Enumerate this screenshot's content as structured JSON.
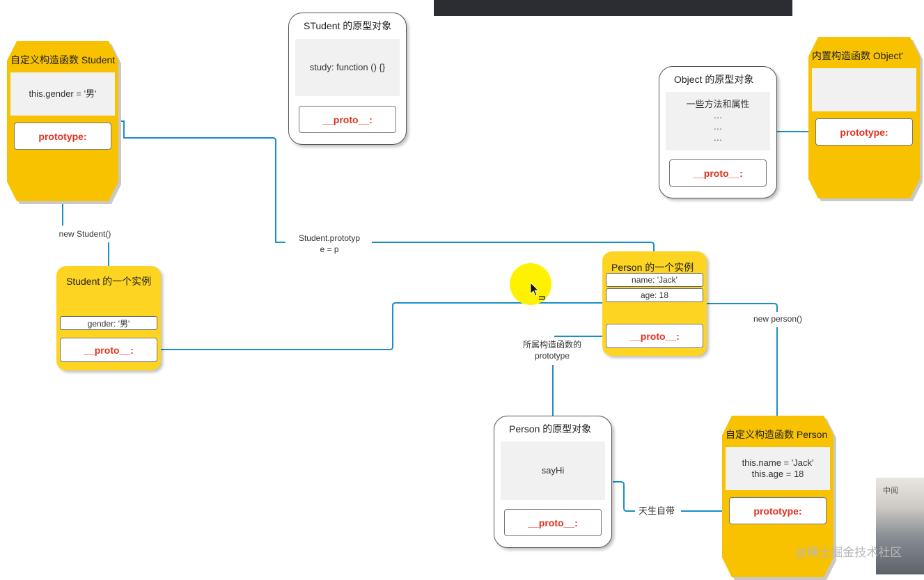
{
  "student_ctor": {
    "title": "自定义构造函数 Student",
    "body": "this.gender = '男'",
    "prototype_label": "prototype:"
  },
  "student_proto": {
    "title": "STudent 的原型对象",
    "body": "study: function () {}",
    "proto_label": "__proto__:"
  },
  "object_proto": {
    "title": "Object  的原型对象",
    "lines": [
      "一些方法和属性",
      "…",
      "…",
      "…"
    ],
    "proto_label": "__proto__:"
  },
  "object_ctor": {
    "title": "内置构造函数 Object'",
    "prototype_label": "prototype:"
  },
  "student_instance": {
    "title": "Student 的一个实例",
    "gender": "gender: '男'",
    "proto_label": "__proto__:"
  },
  "person_instance": {
    "title": "Person 的一个实例",
    "name": "name: 'Jack'",
    "age": "age: 18",
    "proto_label": "__proto__:"
  },
  "person_proto": {
    "title": "Person  的原型对象",
    "body": "sayHi",
    "proto_label": "__proto__:"
  },
  "person_ctor": {
    "title": "自定义构造函数 Person",
    "body_lines": [
      "this.name = 'Jack'",
      "this.age = 18"
    ],
    "prototype_label": "prototype:"
  },
  "labels": {
    "new_student": "new Student()",
    "student_prototype_assign": [
      "Student.prototyp",
      "e = p"
    ],
    "new_person": "new person()",
    "belongs_ctor_prototype": [
      "所属构造函数的",
      "prototype"
    ],
    "born_with": "天生自带"
  },
  "watermark": "@稀土掘金技术社区",
  "thumb_text": "中阅",
  "colors": {
    "connector": "#1a8fc4",
    "constructor_fill": "#f8c200",
    "instance_fill": "#fdd422",
    "proto_text": "#e0321e"
  }
}
